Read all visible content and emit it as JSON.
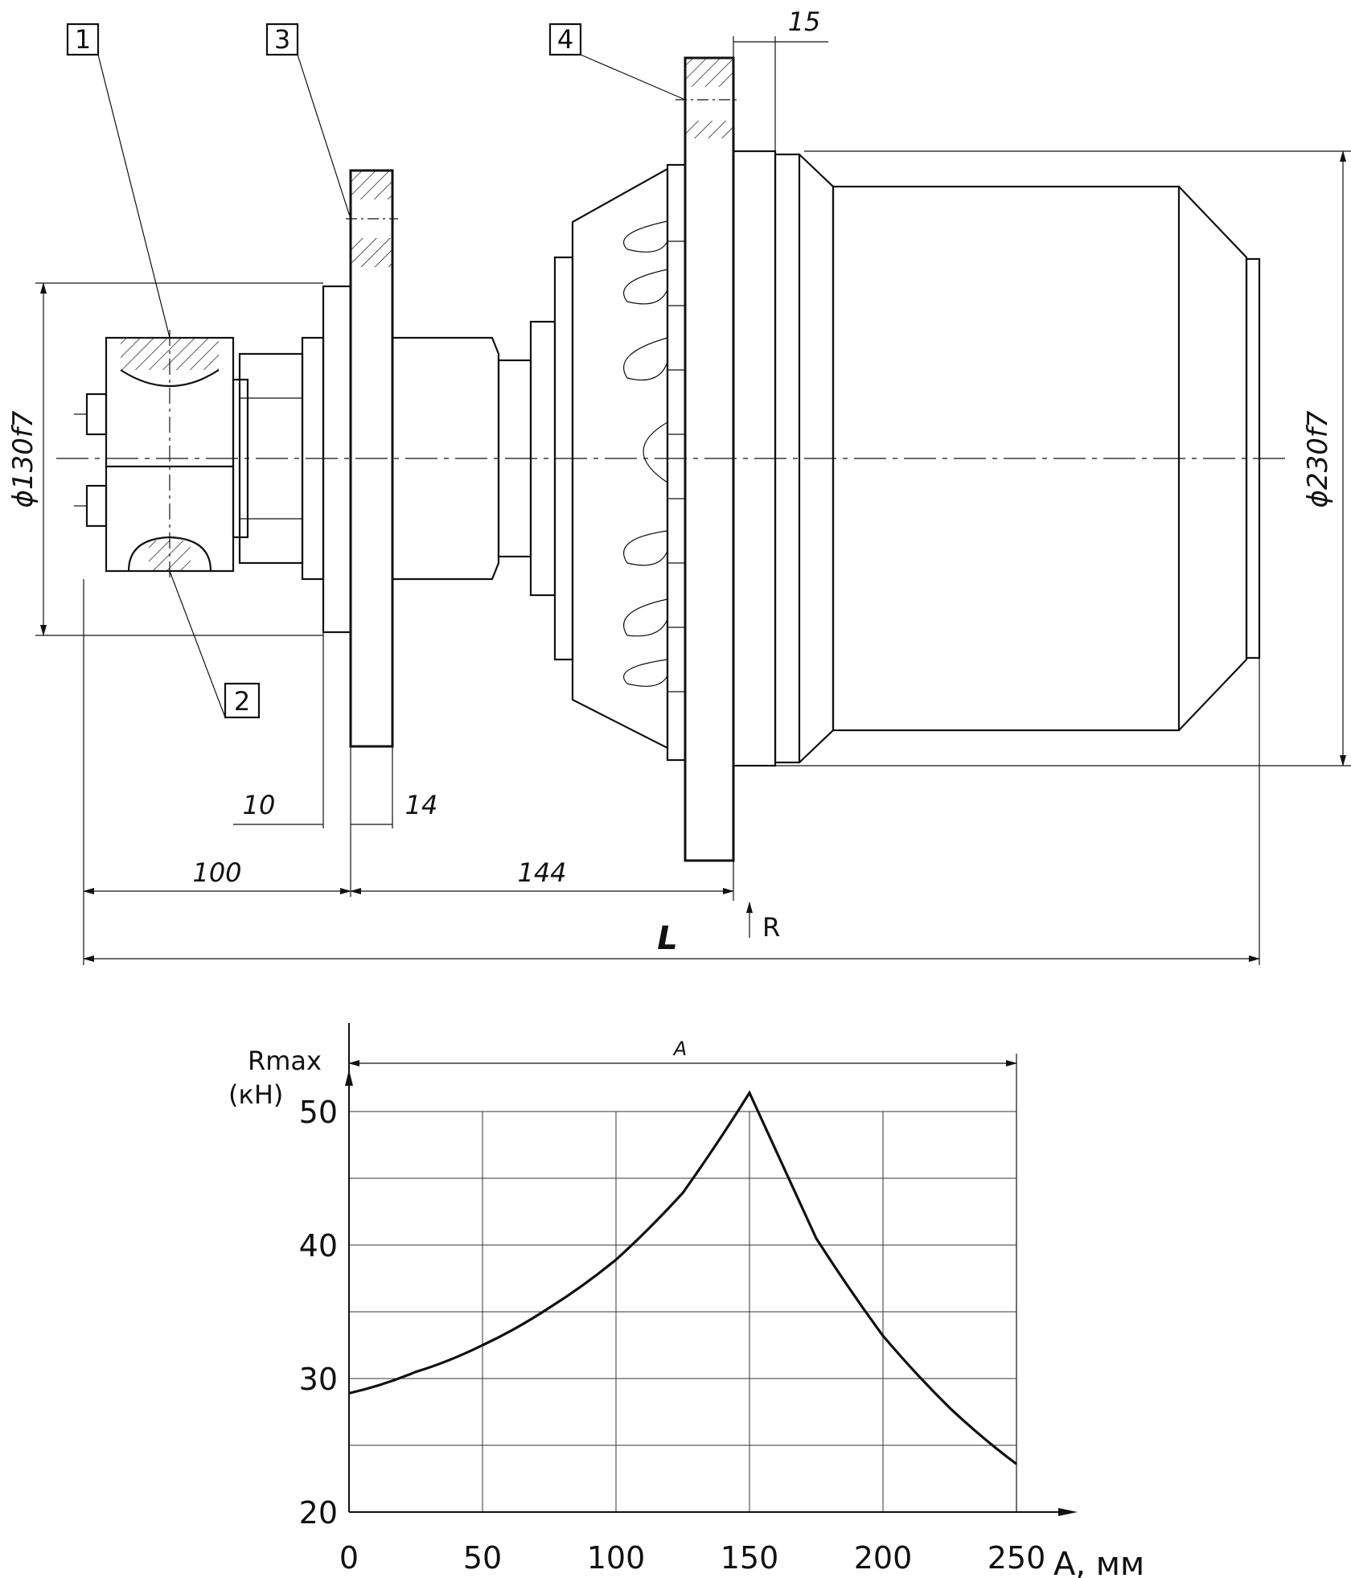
{
  "drawing": {
    "callouts": [
      "1",
      "2",
      "3",
      "4"
    ],
    "dimensions": {
      "dia_small": "ϕ130f7",
      "dia_large": "ϕ230f7",
      "d10": "10",
      "d14": "14",
      "d15": "15",
      "d100": "100",
      "d144": "144",
      "length": "L",
      "force": "R"
    }
  },
  "chart_data": {
    "type": "line",
    "ylabel_line1": "Rmax",
    "ylabel_line2": "(кН)",
    "xlabel": "А, мм",
    "span_label": "А",
    "xlim": [
      0,
      250
    ],
    "ylim": [
      20,
      50
    ],
    "x_ticks": [
      0,
      50,
      100,
      150,
      200,
      250
    ],
    "y_ticks": [
      20,
      30,
      40,
      50
    ],
    "x_tick_labels": [
      "0",
      "50",
      "100",
      "150",
      "200",
      "250"
    ],
    "y_tick_labels": [
      "20",
      "30",
      "40",
      "50"
    ],
    "grid": true,
    "series": [
      {
        "x": [
          0,
          25,
          50,
          75,
          100,
          125,
          150,
          175,
          200,
          225,
          250
        ],
        "y": [
          28.9,
          30.5,
          32.5,
          35.3,
          38.9,
          43.9,
          51.4,
          40.5,
          33.2,
          27.8,
          23.6
        ]
      }
    ]
  }
}
